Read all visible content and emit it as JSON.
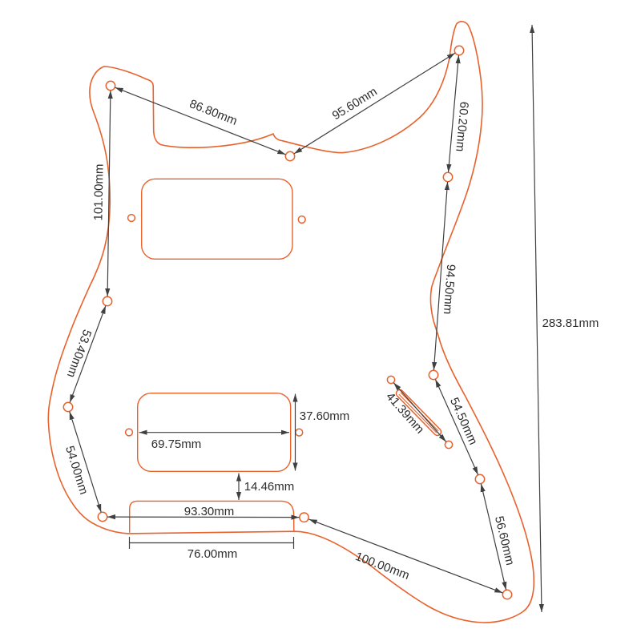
{
  "diagram": {
    "title": "guitar-pickguard-dimension-drawing",
    "unit": "mm",
    "colors": {
      "outline": "#e8622c",
      "dimension": "#404040",
      "text": "#2d2d2d",
      "background": "#ffffff"
    },
    "labels": {
      "d86": "86.80mm",
      "d95": "95.60mm",
      "d101": "101.00mm",
      "d60": "60.20mm",
      "d94": "94.50mm",
      "d53": "53.40mm",
      "d54l": "54.00mm",
      "d54r": "54.50mm",
      "d56": "56.60mm",
      "d100": "100.00mm",
      "d283": "283.81mm",
      "d37": "37.60mm",
      "d69": "69.75mm",
      "d14": "14.46mm",
      "d93": "93.30mm",
      "d76": "76.00mm",
      "d41": "41.39mm"
    }
  }
}
